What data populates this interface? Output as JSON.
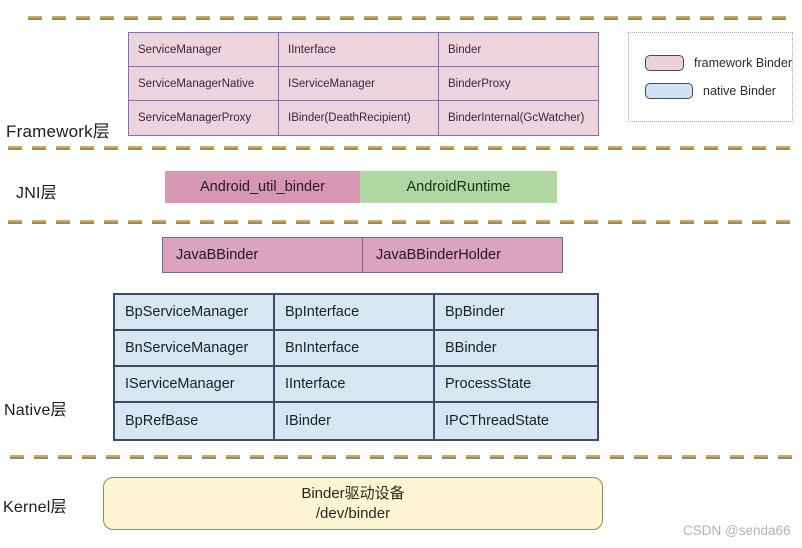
{
  "legend": {
    "items": [
      {
        "name": "framework-binder",
        "label": "framework Binder",
        "color": "#edd1dc"
      },
      {
        "name": "native-binder",
        "label": "native Binder",
        "color": "#cfe4f4"
      }
    ]
  },
  "layers": {
    "framework": {
      "label": "Framework层",
      "table": [
        [
          "ServiceManager",
          "IInterface",
          "Binder"
        ],
        [
          "ServiceManagerNative",
          "IServiceManager",
          "BinderProxy"
        ],
        [
          "ServiceManagerProxy",
          "IBinder(DeathRecipient)",
          "BinderInternal(GcWatcher)"
        ]
      ]
    },
    "jni": {
      "label": "JNI层",
      "boxes": [
        {
          "label": "Android_util_binder",
          "color": "#d797b3"
        },
        {
          "label": "AndroidRuntime",
          "color": "#b0d8a2"
        }
      ],
      "java_boxes": [
        {
          "label": "JavaBBinder"
        },
        {
          "label": "JavaBBinderHolder"
        }
      ]
    },
    "native": {
      "label": "Native层",
      "table": [
        [
          "BpServiceManager",
          "BpInterface",
          "BpBinder"
        ],
        [
          "BnServiceManager",
          "BnInterface",
          "BBinder"
        ],
        [
          "IServiceManager",
          "IInterface",
          "ProcessState"
        ],
        [
          "BpRefBase",
          "IBinder",
          "IPCThreadState"
        ]
      ]
    },
    "kernel": {
      "label": "Kernel层",
      "box_line1": "Binder驱动设备",
      "box_line2": "/dev/binder"
    }
  },
  "watermark": "CSDN @senda66",
  "colors": {
    "framework_cell": "#eed4df",
    "framework_border": "#7577b5",
    "native_cell": "#d9e5f1",
    "native_border": "#3d4e6d",
    "jni_pink": "#d797b3",
    "jni_green": "#b0d8a2",
    "java_box": "#dba3be",
    "kernel_fill": "#fcf4d3",
    "dash_orange": "#d8a94c",
    "dash_olive": "#8f8e66"
  }
}
